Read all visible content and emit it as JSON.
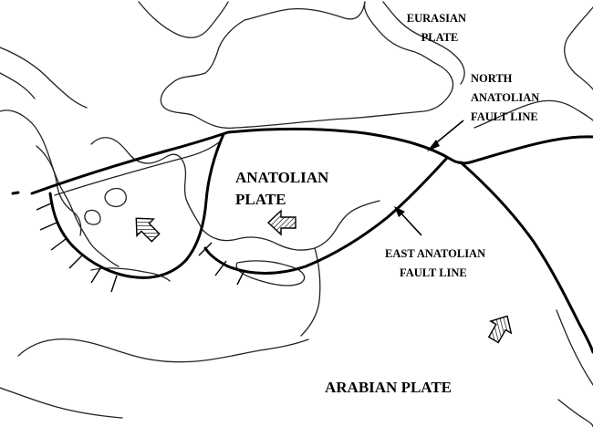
{
  "labels": {
    "eurasian_plate": [
      "EURASIAN",
      "PLATE"
    ],
    "north_anatolian_fault": [
      "NORTH",
      "ANATOLIAN",
      "FAULT LINE"
    ],
    "anatolian_plate": [
      "ANATOLIAN",
      "PLATE"
    ],
    "east_anatolian_fault": [
      "EAST ANATOLIAN",
      "FAULT LINE"
    ],
    "arabian_plate": "ARABIAN PLATE"
  },
  "colors": {
    "line": "#000000",
    "background": "#ffffff"
  }
}
